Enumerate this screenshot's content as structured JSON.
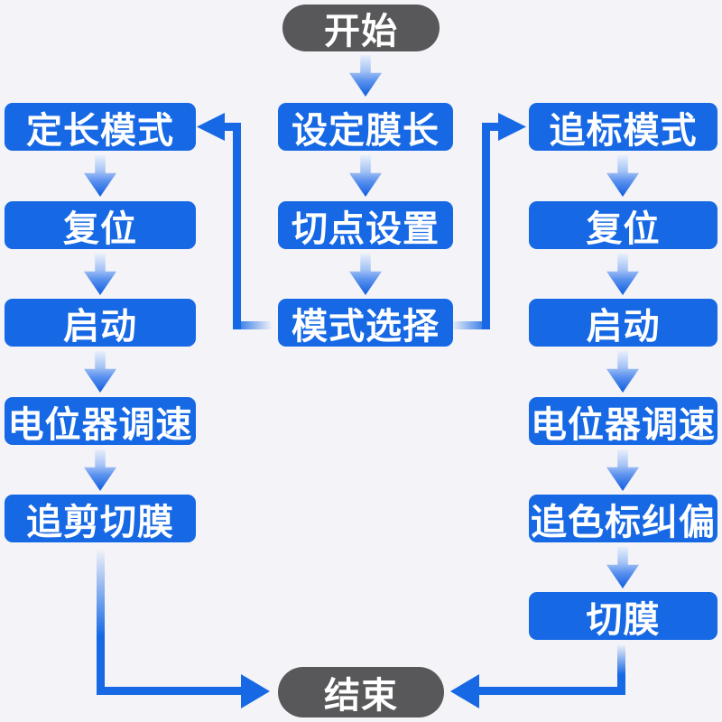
{
  "colors": {
    "background": "#f3f3f8",
    "process_blue": "#1668e4",
    "terminal_gray": "#58585a",
    "arrow_gradient_light": "#e8effc",
    "arrow_gradient_dark": "#0f5cdf",
    "text": "#ffffff"
  },
  "flowchart": {
    "start": {
      "label": "开始"
    },
    "end": {
      "label": "结束"
    },
    "center_column": [
      {
        "label": "设定膜长"
      },
      {
        "label": "切点设置"
      },
      {
        "label": "模式选择"
      }
    ],
    "left_branch": [
      {
        "label": "定长模式"
      },
      {
        "label": "复位"
      },
      {
        "label": "启动"
      },
      {
        "label": "电位器调速"
      },
      {
        "label": "追剪切膜"
      }
    ],
    "right_branch": [
      {
        "label": "追标模式"
      },
      {
        "label": "复位"
      },
      {
        "label": "启动"
      },
      {
        "label": "电位器调速"
      },
      {
        "label": "追色标纠偏"
      },
      {
        "label": "切膜"
      }
    ],
    "edges": [
      {
        "from": "开始",
        "to": "设定膜长"
      },
      {
        "from": "设定膜长",
        "to": "切点设置"
      },
      {
        "from": "切点设置",
        "to": "模式选择"
      },
      {
        "from": "模式选择",
        "to": "定长模式"
      },
      {
        "from": "模式选择",
        "to": "追标模式"
      },
      {
        "from": "定长模式",
        "to": "复位"
      },
      {
        "from": "复位",
        "to": "启动"
      },
      {
        "from": "启动",
        "to": "电位器调速"
      },
      {
        "from": "电位器调速",
        "to": "追剪切膜"
      },
      {
        "from": "追剪切膜",
        "to": "结束"
      },
      {
        "from": "追标模式",
        "to": "复位"
      },
      {
        "from": "复位",
        "to": "启动"
      },
      {
        "from": "启动",
        "to": "电位器调速"
      },
      {
        "from": "电位器调速",
        "to": "追色标纠偏"
      },
      {
        "from": "追色标纠偏",
        "to": "切膜"
      },
      {
        "from": "切膜",
        "to": "结束"
      }
    ]
  }
}
